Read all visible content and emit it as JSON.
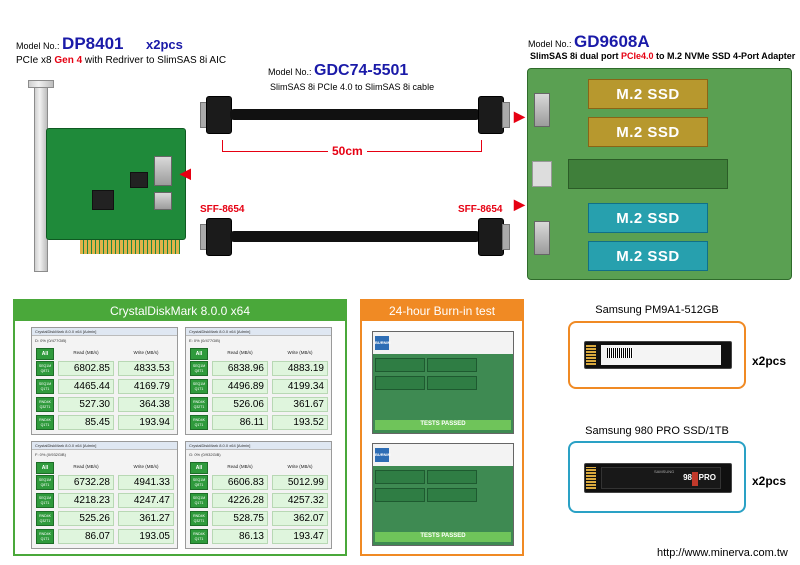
{
  "aic": {
    "model_prefix": "Model No.:",
    "model": "DP8401",
    "qty": "x2pcs",
    "desc_pre": "PCIe x8 ",
    "desc_hl": "Gen 4",
    "desc_post": " with Redriver to SlimSAS 8i AIC"
  },
  "cable": {
    "model_prefix": "Model No.:",
    "model": "GDC74-5501",
    "desc": "SlimSAS 8i PCIe 4.0 to SlimSAS 8i cable",
    "length": "50cm",
    "connector_left": "SFF-8654",
    "connector_right": "SFF-8654"
  },
  "adapter": {
    "model_prefix": "Model No.:",
    "model": "GD9608A",
    "desc_pre": "SlimSAS 8i dual port ",
    "desc_hl": "PCIe4.0",
    "desc_post": " to M.2 NVMe SSD 4-Port Adapter",
    "slots": [
      "M.2 SSD",
      "M.2 SSD",
      "M.2 SSD",
      "M.2 SSD"
    ]
  },
  "colors": {
    "model_blue": "#1a1aa8",
    "highlight_red": "#e60012",
    "crystal_green": "#4aa83a",
    "burnin_orange": "#f08a24",
    "samsung_teal": "#2aa1c5"
  },
  "cdm": {
    "title": "CrystalDiskMark 8.0.0 x64",
    "read_header": "Read (MB/s)",
    "write_header": "Write (MB/s)",
    "all_label": "All",
    "row_labels": [
      "SEQ1M Q8T1",
      "SEQ1M Q1T1",
      "RND4K Q32T1",
      "RND4K Q1T1"
    ],
    "windows": [
      {
        "title": "CrystalDiskMark 8.0.0 x64 [Admin]",
        "drive": "D: 0% (0/477GiB)",
        "read": [
          "6802.85",
          "4465.44",
          "527.30",
          "85.45"
        ],
        "write": [
          "4833.53",
          "4169.79",
          "364.38",
          "193.94"
        ]
      },
      {
        "title": "CrystalDiskMark 8.0.0 x64 [Admin]",
        "drive": "E: 0% (0/477GiB)",
        "read": [
          "6838.96",
          "4496.89",
          "526.06",
          "86.11"
        ],
        "write": [
          "4883.19",
          "4199.34",
          "361.67",
          "193.52"
        ]
      },
      {
        "title": "CrystalDiskMark 8.0.0 x64 [Admin]",
        "drive": "F: 0% (0/932GiB)",
        "read": [
          "6732.28",
          "4218.23",
          "525.26",
          "86.07"
        ],
        "write": [
          "4941.33",
          "4247.47",
          "361.27",
          "193.05"
        ]
      },
      {
        "title": "CrystalDiskMark 8.0.0 x64 [Admin]",
        "drive": "G: 0% (0/932GiB)",
        "read": [
          "6606.83",
          "4226.28",
          "528.75",
          "86.13"
        ],
        "write": [
          "5012.99",
          "4257.32",
          "362.07",
          "193.47"
        ]
      }
    ]
  },
  "burnin": {
    "title": "24-hour Burn-in test",
    "pass_label": "TESTS PASSED",
    "logo": "BURNIN"
  },
  "ssd1": {
    "title": "Samsung PM9A1-512GB",
    "qty": "x2pcs"
  },
  "ssd2": {
    "title": "Samsung 980 PRO SSD/1TB",
    "qty": "x2pcs",
    "sticker": "980 PRO",
    "brand": "SAMSUNG"
  },
  "footer": {
    "url": "http://www.minerva.com.tw"
  }
}
